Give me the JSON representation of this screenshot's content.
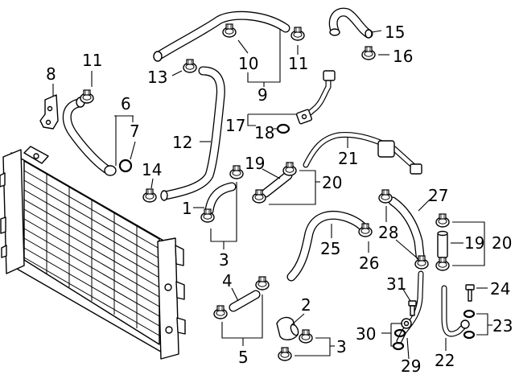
{
  "callouts": [
    {
      "id": "1",
      "label": "1"
    },
    {
      "id": "2",
      "label": "2"
    },
    {
      "id": "3a",
      "label": "3"
    },
    {
      "id": "3b",
      "label": "3"
    },
    {
      "id": "4",
      "label": "4"
    },
    {
      "id": "5",
      "label": "5"
    },
    {
      "id": "6",
      "label": "6"
    },
    {
      "id": "7",
      "label": "7"
    },
    {
      "id": "8",
      "label": "8"
    },
    {
      "id": "9",
      "label": "9"
    },
    {
      "id": "10",
      "label": "10"
    },
    {
      "id": "11a",
      "label": "11"
    },
    {
      "id": "11b",
      "label": "11"
    },
    {
      "id": "12",
      "label": "12"
    },
    {
      "id": "13",
      "label": "13"
    },
    {
      "id": "14",
      "label": "14"
    },
    {
      "id": "15",
      "label": "15"
    },
    {
      "id": "16",
      "label": "16"
    },
    {
      "id": "17",
      "label": "17"
    },
    {
      "id": "18",
      "label": "18"
    },
    {
      "id": "19a",
      "label": "19"
    },
    {
      "id": "19b",
      "label": "19"
    },
    {
      "id": "20a",
      "label": "20"
    },
    {
      "id": "20b",
      "label": "20"
    },
    {
      "id": "21",
      "label": "21"
    },
    {
      "id": "22",
      "label": "22"
    },
    {
      "id": "23",
      "label": "23"
    },
    {
      "id": "24",
      "label": "24"
    },
    {
      "id": "25",
      "label": "25"
    },
    {
      "id": "26",
      "label": "26"
    },
    {
      "id": "27",
      "label": "27"
    },
    {
      "id": "28",
      "label": "28"
    },
    {
      "id": "29",
      "label": "29"
    },
    {
      "id": "30",
      "label": "30"
    },
    {
      "id": "31",
      "label": "31"
    }
  ]
}
